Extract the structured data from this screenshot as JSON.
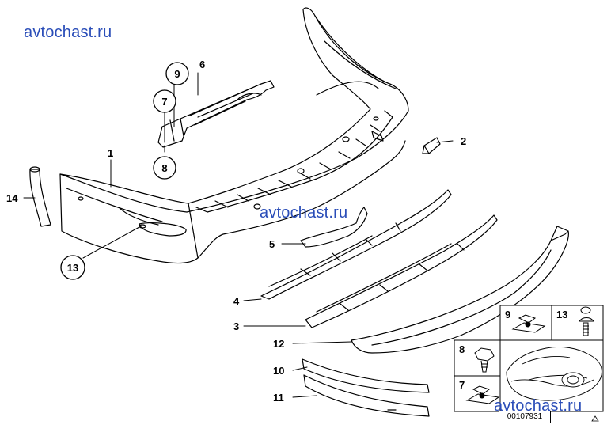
{
  "watermarks": [
    "avtochast.ru",
    "avtochast.ru",
    "avtochast.ru"
  ],
  "callouts": {
    "p1": "1",
    "p2": "2",
    "p3": "3",
    "p4": "4",
    "p5": "5",
    "p6": "6",
    "p7": "7",
    "p8": "8",
    "p9": "9",
    "p10": "10",
    "p11": "11",
    "p12": "12",
    "p13": "13",
    "p14": "14"
  },
  "legend": {
    "c9": "9",
    "c13": "13",
    "c8": "8",
    "c7": "7"
  },
  "reference_number": "00107931"
}
